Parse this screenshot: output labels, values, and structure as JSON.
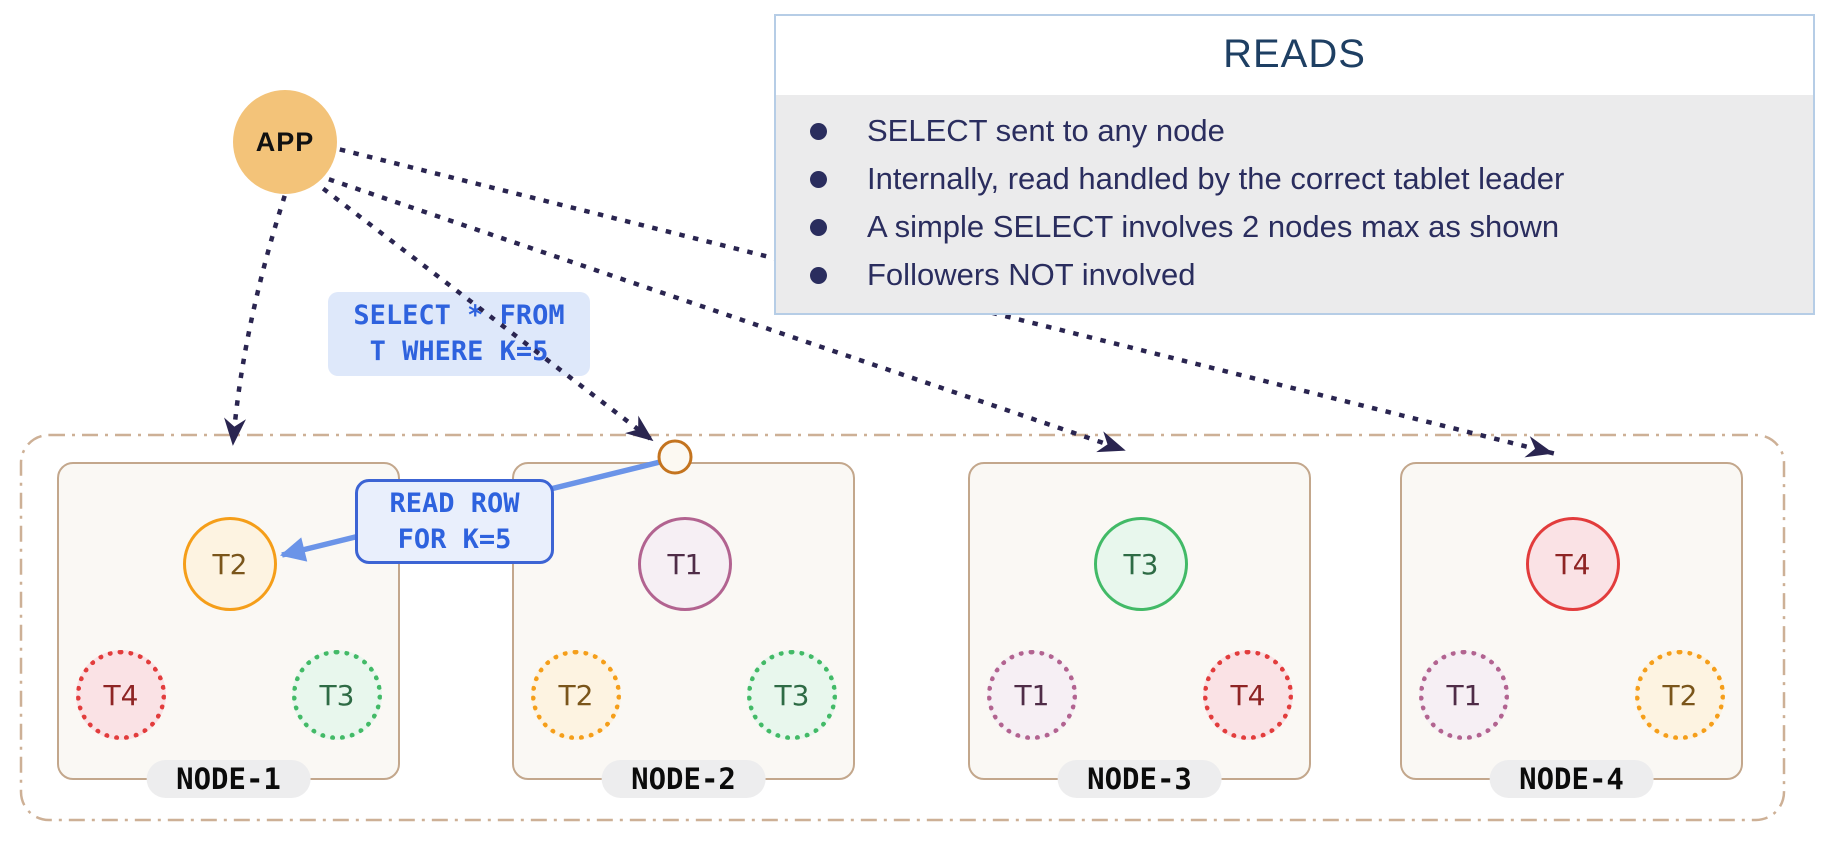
{
  "app": {
    "label": "APP"
  },
  "reads_panel": {
    "title": "READS",
    "items": [
      "SELECT sent to any node",
      "Internally, read handled by the correct tablet leader",
      "A simple SELECT involves 2 nodes max as shown",
      "Followers NOT involved"
    ]
  },
  "query_label": {
    "line1": "SELECT * FROM",
    "line2": "T WHERE K=5"
  },
  "read_row_label": {
    "line1": "READ ROW",
    "line2": "FOR K=5"
  },
  "nodes": [
    {
      "label": "NODE-1",
      "leader": {
        "label": "T2",
        "color": "orange"
      },
      "followers": [
        {
          "label": "T4",
          "color": "red"
        },
        {
          "label": "T3",
          "color": "green"
        }
      ]
    },
    {
      "label": "NODE-2",
      "leader": {
        "label": "T1",
        "color": "purple"
      },
      "followers": [
        {
          "label": "T2",
          "color": "orange"
        },
        {
          "label": "T3",
          "color": "green"
        }
      ]
    },
    {
      "label": "NODE-3",
      "leader": {
        "label": "T3",
        "color": "green"
      },
      "followers": [
        {
          "label": "T1",
          "color": "purple"
        },
        {
          "label": "T4",
          "color": "red"
        }
      ]
    },
    {
      "label": "NODE-4",
      "leader": {
        "label": "T4",
        "color": "red"
      },
      "followers": [
        {
          "label": "T1",
          "color": "purple"
        },
        {
          "label": "T2",
          "color": "orange"
        }
      ]
    }
  ],
  "connections": [
    {
      "from": "APP",
      "to": "NODE-1",
      "style": "dotted-navy-arrow"
    },
    {
      "from": "APP",
      "to": "NODE-2 entry point",
      "style": "dotted-navy-arrow"
    },
    {
      "from": "APP",
      "to": "NODE-3",
      "style": "dotted-navy-arrow"
    },
    {
      "from": "APP",
      "to": "NODE-4",
      "style": "dotted-navy-arrow"
    },
    {
      "from": "NODE-2 entry point",
      "to": "NODE-1 tablet T2 leader",
      "style": "solid-blue-arrow",
      "label": "READ ROW FOR K=5"
    }
  ],
  "colors": {
    "app_fill": "#f3c379",
    "reads_title": "#1e3f63",
    "reads_body_bg": "#ebebec",
    "reads_text": "#2a2d5e",
    "panel_border": "#b6cde6",
    "query_text": "#2e62de",
    "query_bg": "#dee8fa",
    "read_row_border": "#3c64d4",
    "dotted_arrow": "#2a2550",
    "blue_arrow": "#6b94e8",
    "node_border": "#c3a78c",
    "node_fill": "#faf8f4",
    "cluster_dash_border": "#cdb096",
    "entry_circle_stroke": "#c4741f",
    "tablet_orange": "#f59e19",
    "tablet_red": "#e23c3c",
    "tablet_green": "#42ba67",
    "tablet_purple": "#b26390"
  }
}
